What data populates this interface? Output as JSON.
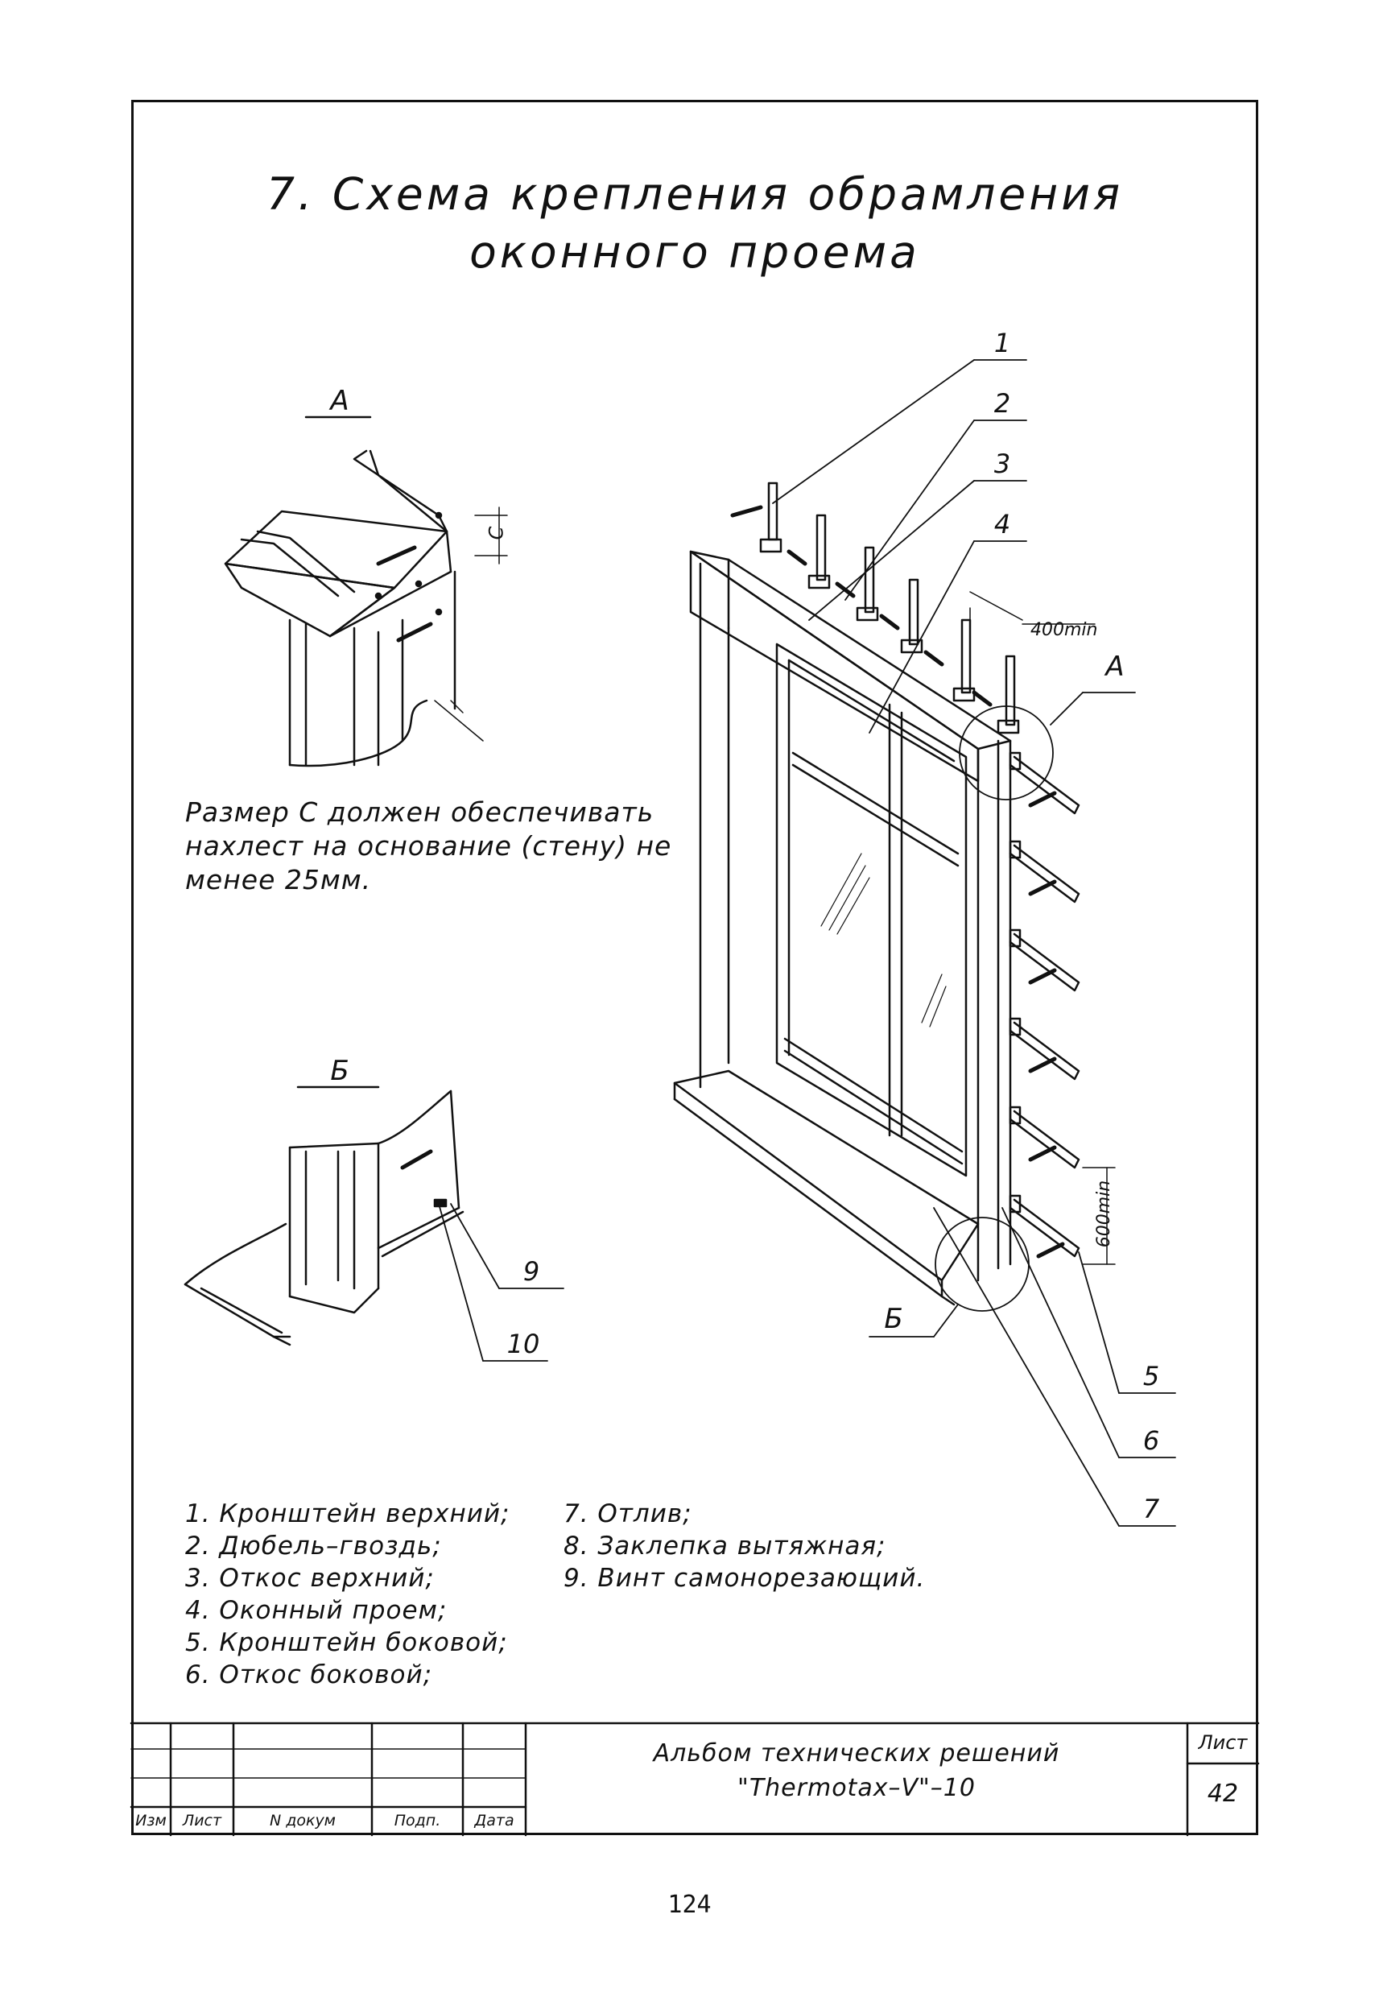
{
  "title": {
    "line1": "7.  Схема  крепления  обрамления",
    "line2": "оконного  проема"
  },
  "views": {
    "a_label": "А",
    "b_label": "Б",
    "dim_c": "С",
    "dim_400": "400min",
    "dim_600": "600min"
  },
  "note": "Размер С должен обеспечивать нахлест на основание (стену) не менее 25мм.",
  "callouts": [
    "1",
    "2",
    "3",
    "4",
    "5",
    "6",
    "7",
    "9",
    "10"
  ],
  "legend": {
    "col1": [
      "1.  Кронштейн  верхний;",
      "2.  Дюбель–гвоздь;",
      "3.  Откос  верхний;",
      "4.  Оконный  проем;",
      "5.  Кронштейн  боковой;",
      "6.  Откос  боковой;"
    ],
    "col2": [
      "7.  Отлив;",
      "8.  Заклепка  вытяжная;",
      "9.  Винт  самонорезающий."
    ]
  },
  "title_block": {
    "headers": [
      "Изм",
      "Лист",
      "N  докум",
      "Подп.",
      "Дата"
    ],
    "album_line1": "Альбом  технических  решений",
    "album_line2": "\"Thermotax–V\"–10",
    "sheet_label": "Лист",
    "sheet_number": "42"
  },
  "page_number": "124"
}
